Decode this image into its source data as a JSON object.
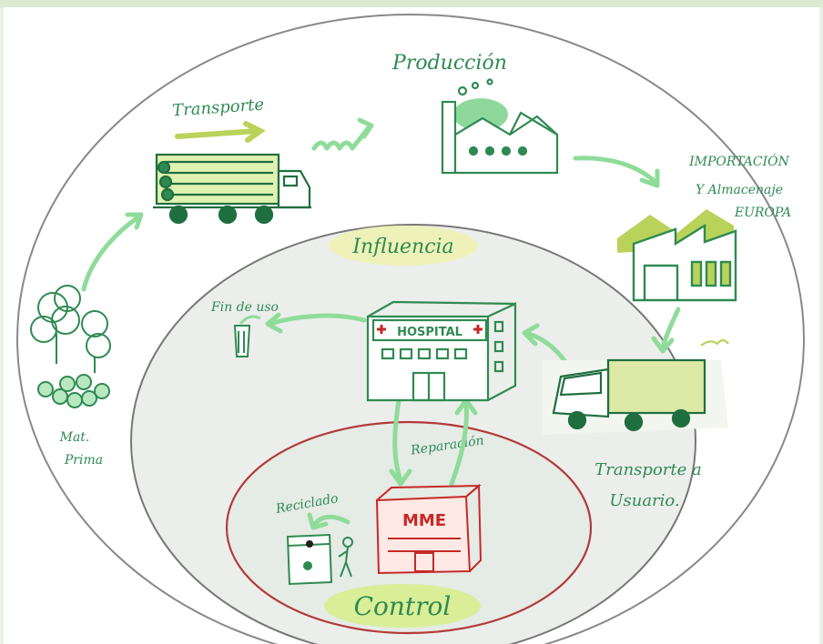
{
  "diagram": {
    "colors": {
      "ink": "#2f8a52",
      "ink_dark": "#1f6e3f",
      "pale_green": "#8fdc9a",
      "lime": "#b9d35a",
      "red": "#c62828",
      "outer_fill": "#ffffff",
      "middle_fill": "#ecefed",
      "inner_fill": "#e6ebe6"
    },
    "zones": {
      "influence": "Influencia",
      "control": "Control"
    },
    "stages": {
      "raw_material_1": "Mat.",
      "raw_material_2": "Prima",
      "transport": "Transporte",
      "production": "Producción",
      "import_1": "IMPORTACIÓN",
      "import_2": "Y Almacenaje",
      "import_3": "EUROPA",
      "transport_user_1": "Transporte a",
      "transport_user_2": "Usuario.",
      "end_of_use": "Fin de uso",
      "repair": "Reparación",
      "recycling": "Reciclado"
    },
    "buildings": {
      "hospital_sign": "HOSPITAL",
      "mme_sign": "MME"
    }
  }
}
